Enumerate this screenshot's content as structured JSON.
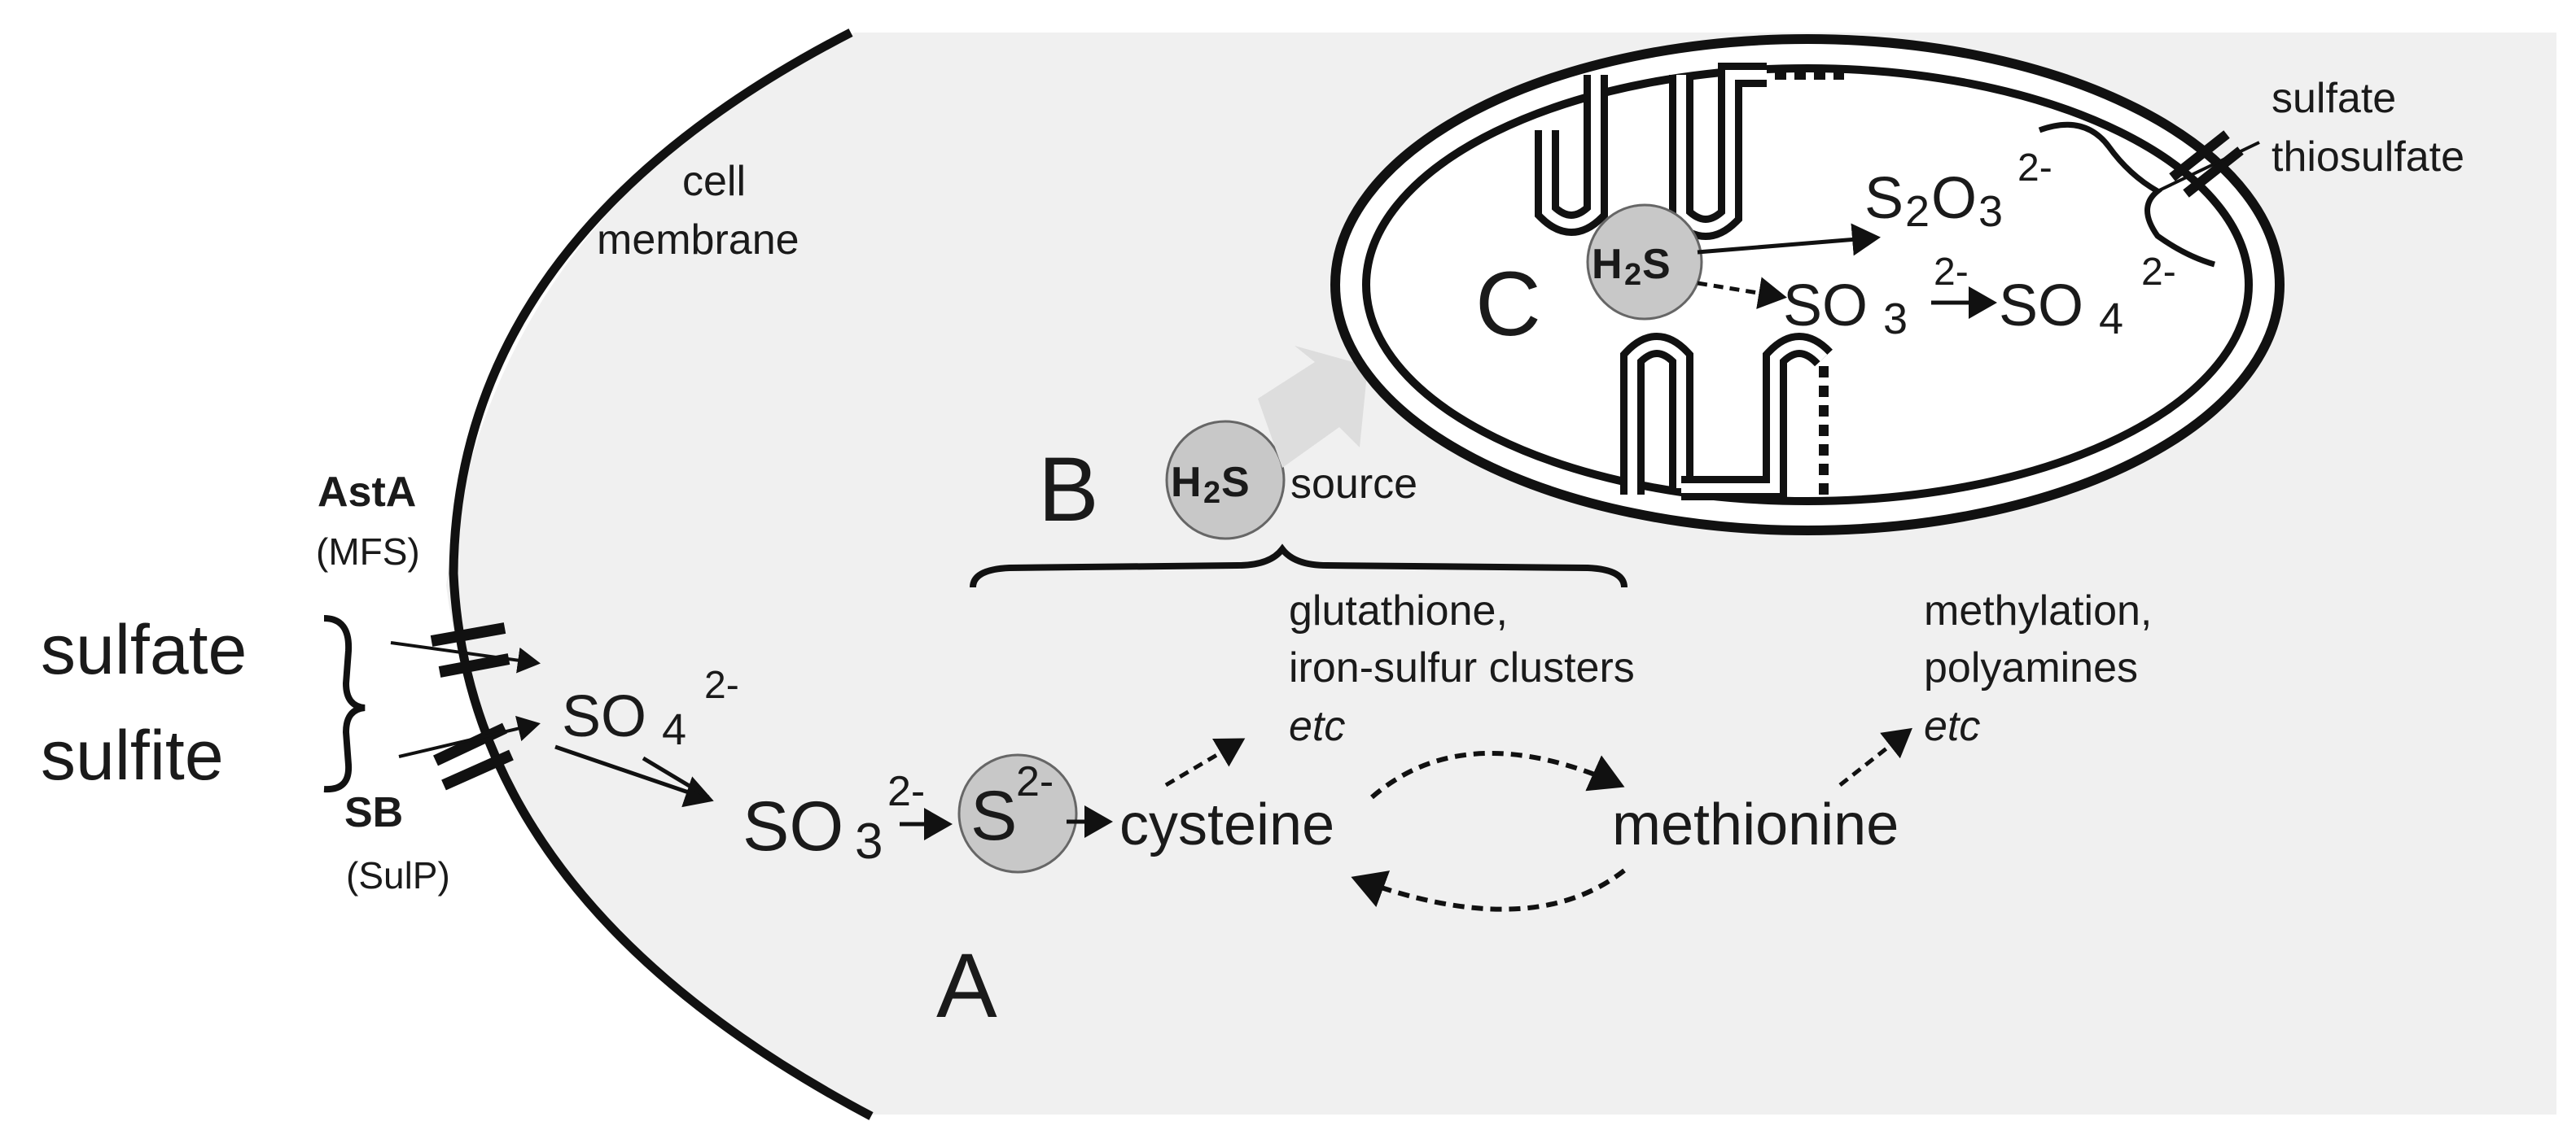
{
  "labels": {
    "cell_membrane": [
      "cell",
      "membrane"
    ],
    "asta": {
      "name": "AstA",
      "family": "(MFS)"
    },
    "sb": {
      "name": "SB",
      "family": "(SulP)"
    },
    "external": [
      "sulfate",
      "sulfite"
    ],
    "section_a": "A",
    "section_b": "B",
    "section_c": "C",
    "h2s_source": "source",
    "h2s": {
      "main": "H",
      "sub": "2",
      "end": "S"
    },
    "sulfate_ion": {
      "main": "SO",
      "sub": "4",
      "sup": "2-"
    },
    "sulfite_ion": {
      "main": "SO",
      "sub": "3",
      "sup": "2-"
    },
    "sulfide_ion": {
      "main": "S",
      "sup": "2-"
    },
    "cysteine": "cysteine",
    "methionine": "methionine",
    "glutathione_products": [
      "glutathione,",
      "iron-sulfur clusters",
      "etc"
    ],
    "methylation_products": [
      "methylation,",
      "polyamines",
      "etc"
    ],
    "thiosulfate_ion": {
      "s": "S",
      "s_sub": "2",
      "o": "O",
      "o_sub": "3",
      "sup": "2-"
    },
    "mito_sulfite": {
      "main": "SO",
      "sub": "3",
      "sup": "2-"
    },
    "mito_sulfate": {
      "main": "SO",
      "sub": "4",
      "sup": "2-"
    },
    "exported": [
      "sulfate",
      "thiosulfate"
    ]
  },
  "colors": {
    "cytoplasm": "#f0f0f0",
    "ink": "#111111",
    "node_fill": "#c8c8c8",
    "faint_arrow": "#dddddd"
  }
}
